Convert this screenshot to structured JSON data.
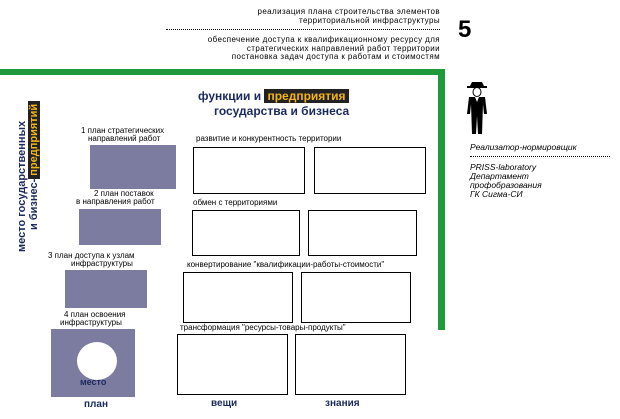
{
  "header": {
    "line1": "реализация плана строительства элементов",
    "line2": "территориальной инфраструктуры",
    "line3": "обеспечение доступа к квалификационному ресурсу для",
    "line4": "стратегических направлений работ территории",
    "line5": "постановка задач доступа к работам и стоимостям"
  },
  "page_number": "5",
  "title": {
    "part1": "функции и",
    "highlight": "предприятия",
    "part2": "государства и бизнеса"
  },
  "vertical_label": {
    "line1": "место государственных",
    "line2": "и бизнес-",
    "highlight": "предприятий"
  },
  "plans": [
    {
      "line1": "1 план стратегических",
      "line2": "направлений работ"
    },
    {
      "line1": "2 план поставок",
      "line2": "в направления работ"
    },
    {
      "line1": "3 план доступа к узлам",
      "line2": "инфраструктуры"
    },
    {
      "line1": "4 план освоения",
      "line2": "инфраструктуры"
    }
  ],
  "rows": [
    {
      "label": "развитие и конкурентность территории"
    },
    {
      "label": "обмен с территориями"
    },
    {
      "label": "конвертирование \"квалификации-работы-стоимости\""
    },
    {
      "label": "трансформация \"ресурсы-товары-продукты\""
    }
  ],
  "place_label": "место",
  "bottom_labels": {
    "plan": "план",
    "things": "вещи",
    "knowledge": "знания"
  },
  "credit": {
    "line1": "Реализатор-нормировщик",
    "line2": "PRISS-laboratory",
    "line3": "Департамент",
    "line4": "профобразования",
    "line5": "ГК Сигма-СИ"
  },
  "colors": {
    "green": "#1e9a3a",
    "shadow": "#7c7ca0",
    "navy": "#1b2a5c",
    "highlight": "#f2b417"
  }
}
